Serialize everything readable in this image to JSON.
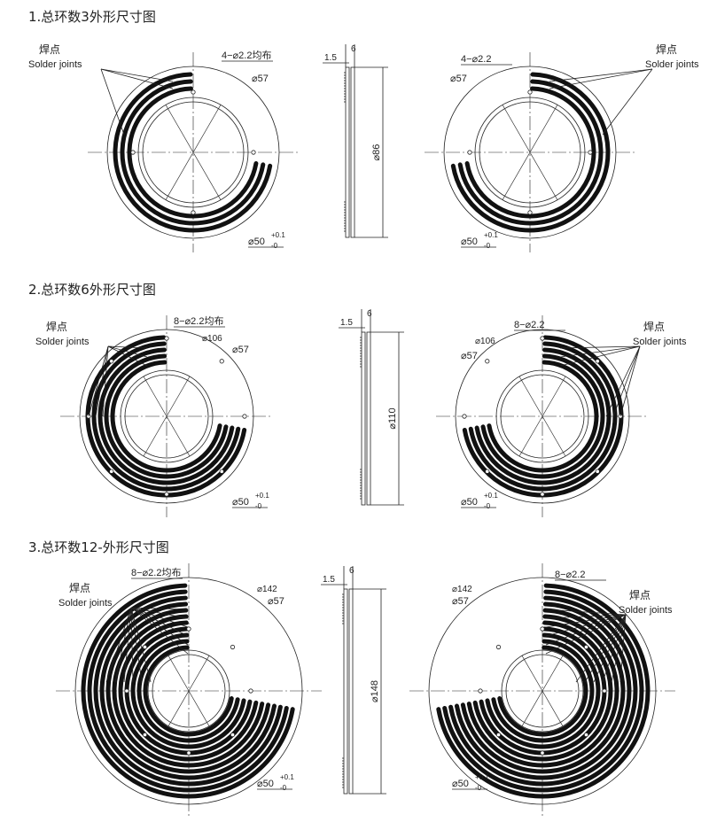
{
  "sections": [
    {
      "title": "1.总环数3外形尺寸图",
      "rings": 3,
      "holes_left": "4−⌀2.2均布",
      "holes_right": "4−⌀2.2",
      "outer_dia": "⌀57",
      "inner_dia": "⌀50",
      "tol_plus": "+0.1",
      "tol_minus": "-0",
      "solder_cn": "焊点",
      "solder_en": "Solder joints",
      "side_total": "⌀86",
      "side_thick": "1.5",
      "side_height": "6"
    },
    {
      "title": "2.总环数6外形尺寸图",
      "rings": 6,
      "holes_left": "8−⌀2.2均布",
      "holes_right": "8−⌀2.2",
      "mid_dia": "⌀106",
      "outer_dia": "⌀57",
      "inner_dia": "⌀50",
      "tol_plus": "+0.1",
      "tol_minus": "-0",
      "solder_cn": "焊点",
      "solder_en": "Solder joints",
      "side_total": "⌀110",
      "side_thick": "1.5",
      "side_height": "6"
    },
    {
      "title": "3.总环数12-外形尺寸图",
      "rings": 12,
      "holes_left": "8−⌀2.2均布",
      "holes_right": "8−⌀2.2",
      "mid_dia": "⌀142",
      "outer_dia": "⌀57",
      "inner_dia": "⌀50",
      "tol_plus": "+0.1",
      "tol_minus": "-0",
      "solder_cn": "焊点",
      "solder_en": "Solder joints",
      "side_total": "⌀148",
      "side_thick": "1.5",
      "side_height": "6"
    }
  ]
}
